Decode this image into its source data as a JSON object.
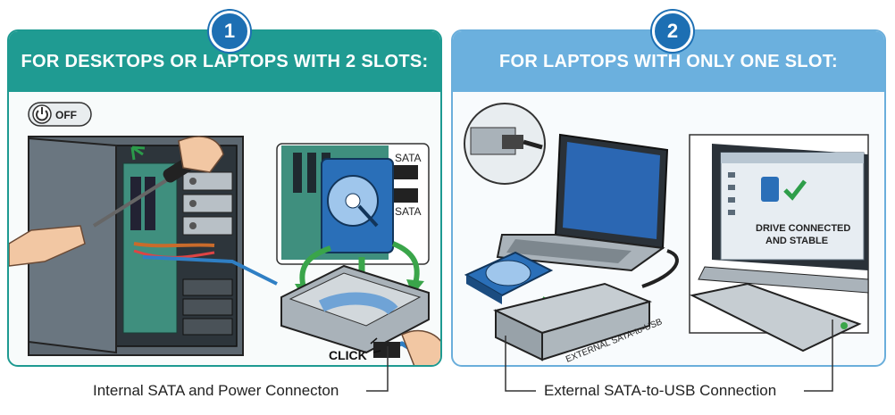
{
  "steps": [
    {
      "number": "1",
      "title": "FOR DESKTOPS OR LAPTOPS WITH 2 SLOTS:",
      "caption": "Internal SATA and Power Connecton"
    },
    {
      "number": "2",
      "title": "FOR LAPTOPS WITH ONLY ONE SLOT:",
      "caption": "External SATA-to-USB Connection"
    }
  ],
  "labels": {
    "power_off": "OFF",
    "sata_top": "SATA",
    "sata_bottom": "SATA",
    "click": "CLICK",
    "enclosure": "EXTERNAL SATA-to-USB",
    "screen_line1": "DRIVE CONNECTED",
    "screen_line2": "AND STABLE"
  },
  "colors": {
    "teal": "#1f9b92",
    "light_blue": "#6bb0de",
    "badge_blue": "#1d6fb3",
    "arrow_green": "#3aa54a",
    "check_green": "#2e9e4a"
  },
  "icons": [
    "power-icon",
    "screwdriver-icon",
    "hard-drive-icon",
    "check-icon",
    "laptop-icon",
    "usb-plug-icon"
  ]
}
